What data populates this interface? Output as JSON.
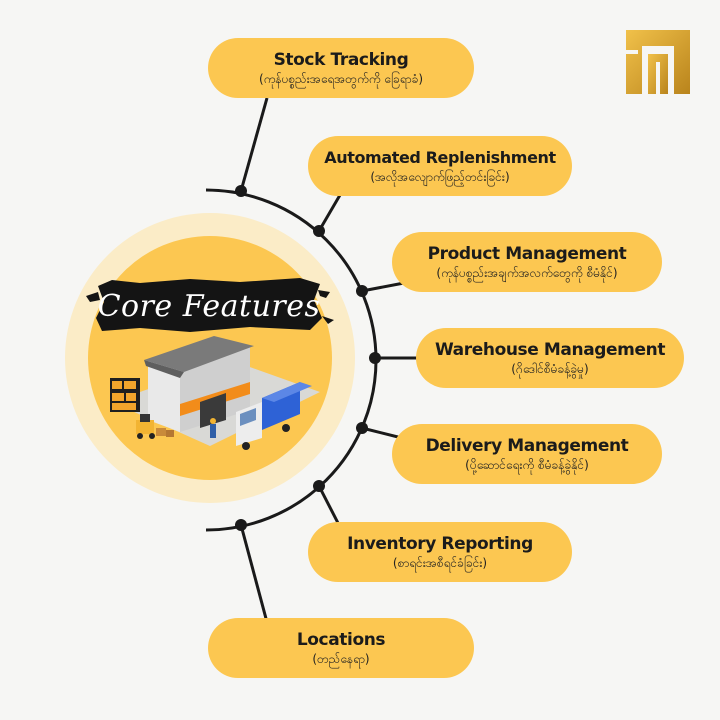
{
  "center": {
    "title": "Core Features"
  },
  "features": [
    {
      "title": "Stock Tracking",
      "subtitle": "(ကုန်ပစ္စည်းအရေအတွက်ကို ခြေရာခံ)"
    },
    {
      "title": "Automated Replenishment",
      "subtitle": "(အလိုအလျောက်ဖြည့်တင်းခြင်း)"
    },
    {
      "title": "Product Management",
      "subtitle": "(ကုန်ပစ္စည်းအချက်အလက်တွေကို စီမံနိုင်)"
    },
    {
      "title": "Warehouse Management",
      "subtitle": "(ဂိုဒေါင်စီမံခန့်ခွဲမှု)"
    },
    {
      "title": "Delivery Management",
      "subtitle": "(ပို့ဆောင်ရေးကို စီမံခန့်ခွဲနိုင်)"
    },
    {
      "title": "Inventory Reporting",
      "subtitle": "(စာရင်းအစီရင်ခံခြင်း)"
    },
    {
      "title": "Locations",
      "subtitle": "(တည်နေရာ)"
    }
  ],
  "colors": {
    "accent": "#fcc751",
    "line": "#1a1a1a",
    "background": "#f6f6f4",
    "logo_gold": "#d9a52c"
  },
  "logo": {
    "icon": "building-logo-icon"
  }
}
